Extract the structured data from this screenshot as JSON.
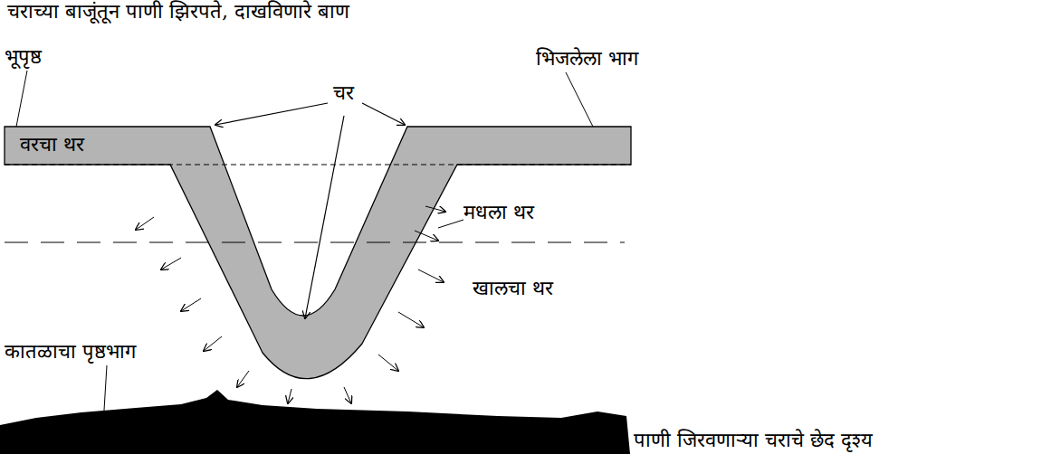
{
  "diagram": {
    "caption": "पाणी जिरवणाऱ्या चराचे छेद दृश्य",
    "labels": [
      "चराच्या बाजूंतून पाणी झिरपते, दाखविणारे बाण",
      "भूपृष्ठ",
      "भिजलेला भाग",
      "चर",
      "वरचा थर",
      "मधला थर",
      "खालचा थर",
      "कातळाचा पृष्ठभाग"
    ]
  }
}
